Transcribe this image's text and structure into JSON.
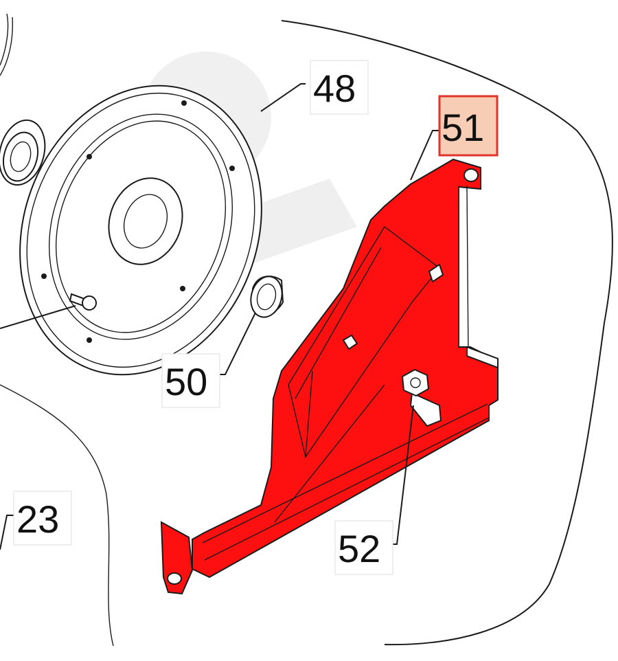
{
  "diagram": {
    "callouts": {
      "c48": "48",
      "c50": "50",
      "c51": "51",
      "c52": "52",
      "c23": "23"
    },
    "highlighted_callout": "51",
    "colors": {
      "highlight_part": "#ff1010",
      "highlight_label_fill": "#f7cdb5",
      "highlight_label_border": "#e0332a",
      "line": "#1a1a1a",
      "background": "#ffffff"
    }
  }
}
